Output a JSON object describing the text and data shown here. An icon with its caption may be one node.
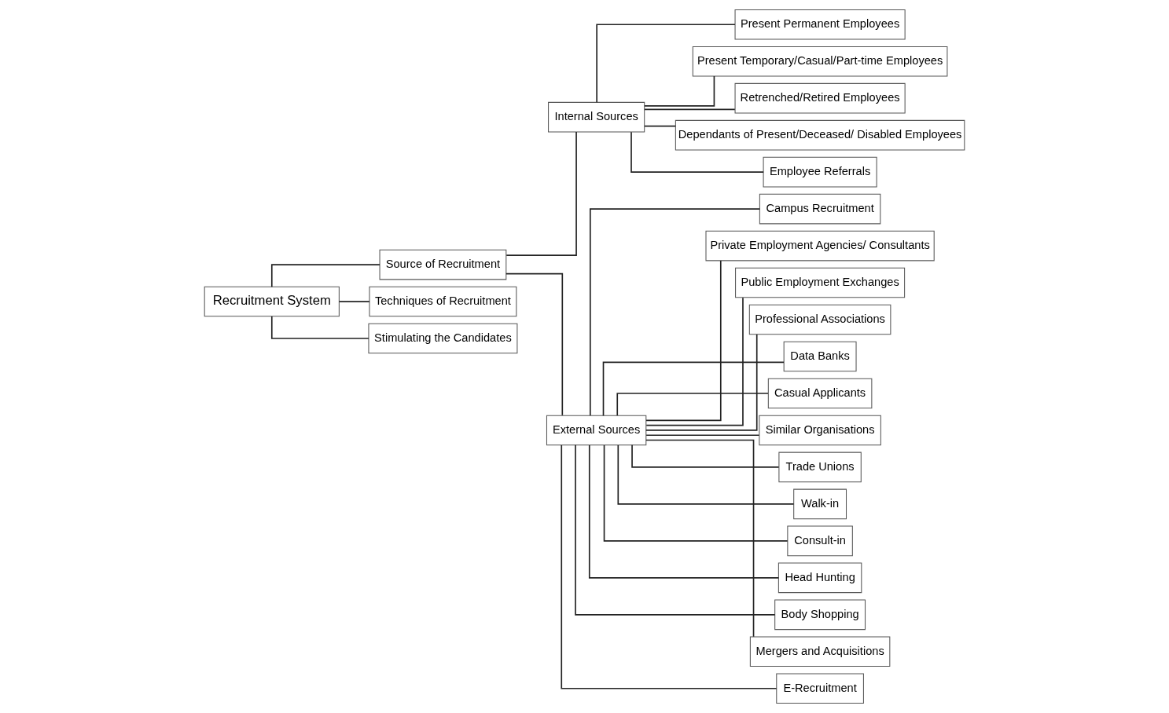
{
  "diagram": {
    "nodes": [
      {
        "text": [
          "Recruitment System"
        ]
      },
      {
        "text": [
          "Source of Recruitment"
        ]
      },
      {
        "text": [
          "Techniques of Recruitment"
        ]
      },
      {
        "text": [
          "Stimulating the Candidates"
        ]
      },
      {
        "text": [
          "Internal Sources"
        ]
      },
      {
        "text": [
          "External Sources"
        ]
      },
      {
        "text": [
          "Present Permanent Employees"
        ]
      },
      {
        "text": [
          "Present Temporary/Casual/Part-time Employees"
        ]
      },
      {
        "text": [
          "Retrenched/Retired Employees"
        ]
      },
      {
        "text": [
          "Dependants of Present/Deceased/ Disabled Employees"
        ]
      },
      {
        "text": [
          "Employee Referrals"
        ]
      },
      {
        "text": [
          "Campus Recruitment"
        ]
      },
      {
        "text": [
          "Private Employment Agencies/ Consultants"
        ]
      },
      {
        "text": [
          "Public Employment Exchanges"
        ]
      },
      {
        "text": [
          "Professional Associations"
        ]
      },
      {
        "text": [
          "Data Banks"
        ]
      },
      {
        "text": [
          "Casual Applicants"
        ]
      },
      {
        "text": [
          "Similar Organisations"
        ]
      },
      {
        "text": [
          "Trade Unions"
        ]
      },
      {
        "text": [
          "Walk-in"
        ]
      },
      {
        "text": [
          "Consult-in"
        ]
      },
      {
        "text": [
          "Head Hunting"
        ]
      },
      {
        "text": [
          "Body Shopping"
        ]
      },
      {
        "text": [
          "Mergers and Acquisitions"
        ]
      },
      {
        "text": [
          "E-Recruitment"
        ]
      }
    ],
    "edges": [
      {
        "from": 0,
        "to": 1,
        "arrow": "none"
      },
      {
        "from": 0,
        "to": 2,
        "arrow": "none"
      },
      {
        "from": 0,
        "to": 3,
        "arrow": "none"
      },
      {
        "from": 1,
        "to": 4,
        "arrow": "none"
      },
      {
        "from": 1,
        "to": 5,
        "arrow": "none"
      },
      {
        "from": 4,
        "to": 6,
        "arrow": "none"
      },
      {
        "from": 4,
        "to": 7,
        "arrow": "none"
      },
      {
        "from": 4,
        "to": 8,
        "arrow": "none"
      },
      {
        "from": 4,
        "to": 9,
        "arrow": "none"
      },
      {
        "from": 4,
        "to": 10,
        "arrow": "none"
      },
      {
        "from": 5,
        "to": 11,
        "arrow": "none"
      },
      {
        "from": 5,
        "to": 12,
        "arrow": "none"
      },
      {
        "from": 5,
        "to": 13,
        "arrow": "none"
      },
      {
        "from": 5,
        "to": 14,
        "arrow": "none"
      },
      {
        "from": 5,
        "to": 15,
        "arrow": "none"
      },
      {
        "from": 5,
        "to": 16,
        "arrow": "none"
      },
      {
        "from": 5,
        "to": 17,
        "arrow": "none"
      },
      {
        "from": 5,
        "to": 18,
        "arrow": "none"
      },
      {
        "from": 5,
        "to": 19,
        "arrow": "none"
      },
      {
        "from": 5,
        "to": 20,
        "arrow": "none"
      },
      {
        "from": 5,
        "to": 21,
        "arrow": "none"
      },
      {
        "from": 5,
        "to": 22,
        "arrow": "none"
      },
      {
        "from": 5,
        "to": 23,
        "arrow": "none"
      },
      {
        "from": 5,
        "to": 24,
        "arrow": "none"
      }
    ]
  }
}
